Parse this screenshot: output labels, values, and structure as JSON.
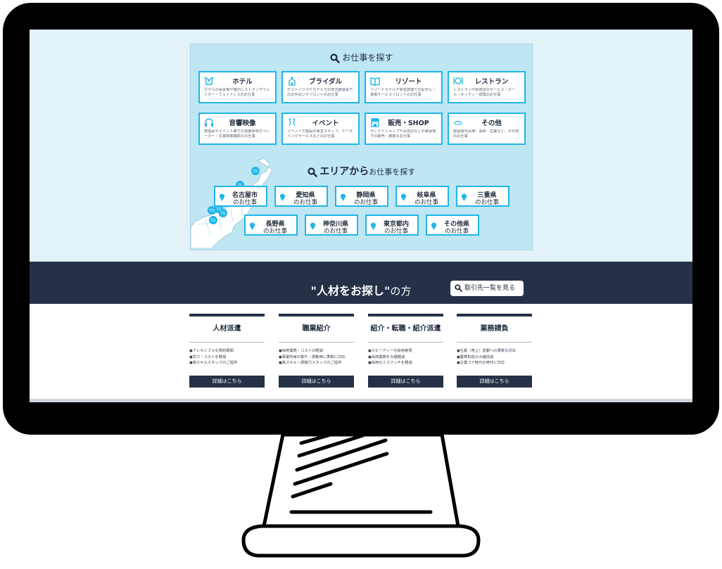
{
  "job_search": {
    "title": "お仕事を探す",
    "categories": [
      {
        "icon": "tuxedo-icon",
        "title": "ホテル",
        "desc": "ホテルの宴会場や館内レストランでウェイター・ウェイトレスのお仕事"
      },
      {
        "icon": "wedding-chapel-icon",
        "title": "ブライダル",
        "desc": "ゲストハウスやホテルでの挙式披露宴でのお手伝いやフロントのお仕事"
      },
      {
        "icon": "book-icon",
        "title": "リゾート",
        "desc": "リゾートホテルや有名旅館での配ぜん・接客サービスフロントのお仕事"
      },
      {
        "icon": "dining-icon",
        "title": "レストラン",
        "desc": "レストランや飲食店のサービス・ホール・キッチン・調理のお仕事"
      },
      {
        "icon": "headphones-icon",
        "title": "音響映像",
        "desc": "披露宴やイベント等での音響照明オペレーター・写真映像撮影のお仕事"
      },
      {
        "icon": "event-icon",
        "title": "イベント",
        "desc": "イベントや施設の運営スタッフ、ケータリングサービスなどのお仕事"
      },
      {
        "icon": "shop-icon",
        "title": "販売・SHOP",
        "desc": "セレクトショップや百貨店などの催事場での販売・接客のお仕事"
      },
      {
        "icon": "other-icon",
        "title": "その他",
        "desc": "施設館内清掃・事務・営業など、その他のお仕事"
      }
    ]
  },
  "area_search": {
    "title_bold": "エリアから",
    "title_rest": "お仕事を探す",
    "map_badge": "TG",
    "areas": [
      {
        "name": "名古屋市",
        "sub": "のお仕事"
      },
      {
        "name": "愛知県",
        "sub": "のお仕事"
      },
      {
        "name": "静岡県",
        "sub": "のお仕事"
      },
      {
        "name": "岐阜県",
        "sub": "のお仕事"
      },
      {
        "name": "三重県",
        "sub": "のお仕事"
      },
      {
        "name": "長野県",
        "sub": "のお仕事"
      },
      {
        "name": "神奈川県",
        "sub": "のお仕事"
      },
      {
        "name": "東京都内",
        "sub": "のお仕事"
      },
      {
        "name": "その他県",
        "sub": "のお仕事"
      }
    ]
  },
  "talent": {
    "title_bold": "\"人材をお探し\"",
    "title_rest": "の方",
    "client_button": "取引先一覧を見る"
  },
  "services": [
    {
      "title": "人材派遣",
      "bullets": [
        "●フレキシブルな契約期間",
        "●労力・コストを軽減",
        "●高スキルスタッフのご提供"
      ],
      "button": "詳細はこちら"
    },
    {
      "title": "職業紹介",
      "bullets": [
        "●採用業務・コストの軽減",
        "●事業所毎の繁忙・閑散時に柔軟に対応",
        "●高スキル・即戦力スタッフのご提供"
      ],
      "button": "詳細はこちら"
    },
    {
      "title": "紹介・転職・紹介派遣",
      "bullets": [
        "●スピーディーな採用実現",
        "●採用業務を大幅軽減",
        "●採用のミスマッチを軽減"
      ],
      "button": "詳細はこちら"
    },
    {
      "title": "業務請負",
      "bullets": [
        "●生産（売上）変動への柔軟な対応",
        "●業務負担の大幅低減",
        "●企業コア時代の時代に対応"
      ],
      "button": "詳細はこちら"
    }
  ],
  "colors": {
    "accent": "#20b6e8",
    "navy": "#263148",
    "panel": "#bfe6f3",
    "screen_bg": "#e2f2f8"
  }
}
